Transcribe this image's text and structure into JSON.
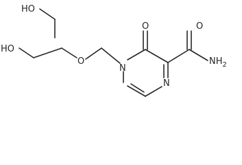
{
  "colors": {
    "background": "#ffffff",
    "ink": "#262626"
  },
  "molecule": {
    "atoms": {
      "ho_top": "HO",
      "ho_left": "HO",
      "o_ether": "O",
      "n_ring": "N",
      "o_carbonyl": "O",
      "n_ring_lower": "N",
      "o_amide": "O",
      "nh2": "NH2"
    }
  }
}
